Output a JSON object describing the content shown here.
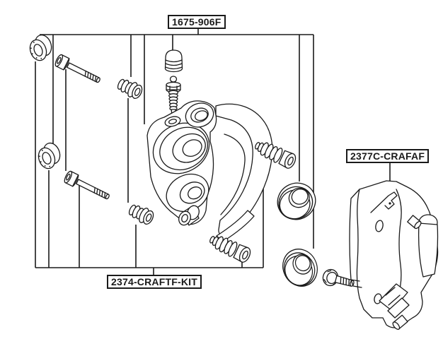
{
  "diagram": {
    "type": "exploded-parts-diagram",
    "subject": "disc brake caliper repair kit",
    "labels": {
      "kit_top": "1675-906F",
      "bracket": "2377C-CRAFAF",
      "kit_bottom": "2374-CRAFTF-KIT"
    },
    "colors": {
      "background": "#ffffff",
      "line": "#1a1a1a"
    },
    "parts": [
      "guide-bushing-ring-upper",
      "guide-pin-bolt-upper",
      "guide-pin-grommet-upper",
      "bleeder-screw-cap",
      "bleeder-screw",
      "brake-caliper-body",
      "guide-bushing-ring-lower",
      "guide-pin-bolt-lower",
      "guide-pin-grommet-lower",
      "bellows-boot-right",
      "bellows-boot-bottom",
      "piston-seal-ring",
      "piston-dust-boot-ring",
      "bracket-mount-bolt",
      "caliper-mounting-bracket"
    ]
  }
}
